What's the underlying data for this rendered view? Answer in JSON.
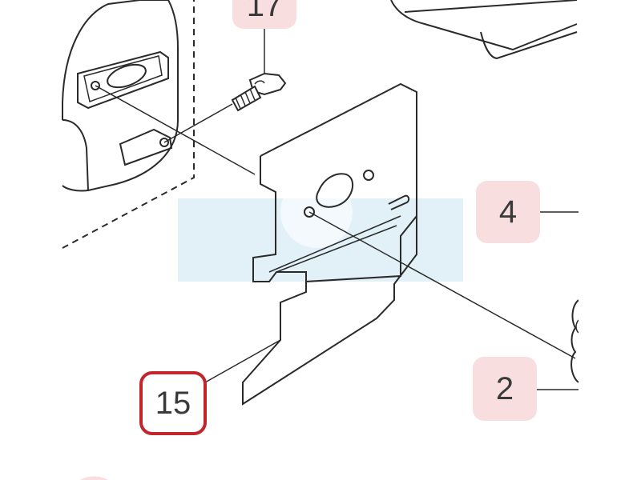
{
  "callouts": {
    "part_17": {
      "label": "17",
      "style": "pink"
    },
    "part_4": {
      "label": "4",
      "style": "pink"
    },
    "part_2": {
      "label": "2",
      "style": "pink"
    },
    "part_15": {
      "label": "15",
      "style": "highlighted"
    }
  },
  "colors": {
    "line": "#2a2a2a",
    "callout_fill": "#f8dede",
    "highlight_border": "#c0262a",
    "watermark": "#e2f0f8"
  }
}
